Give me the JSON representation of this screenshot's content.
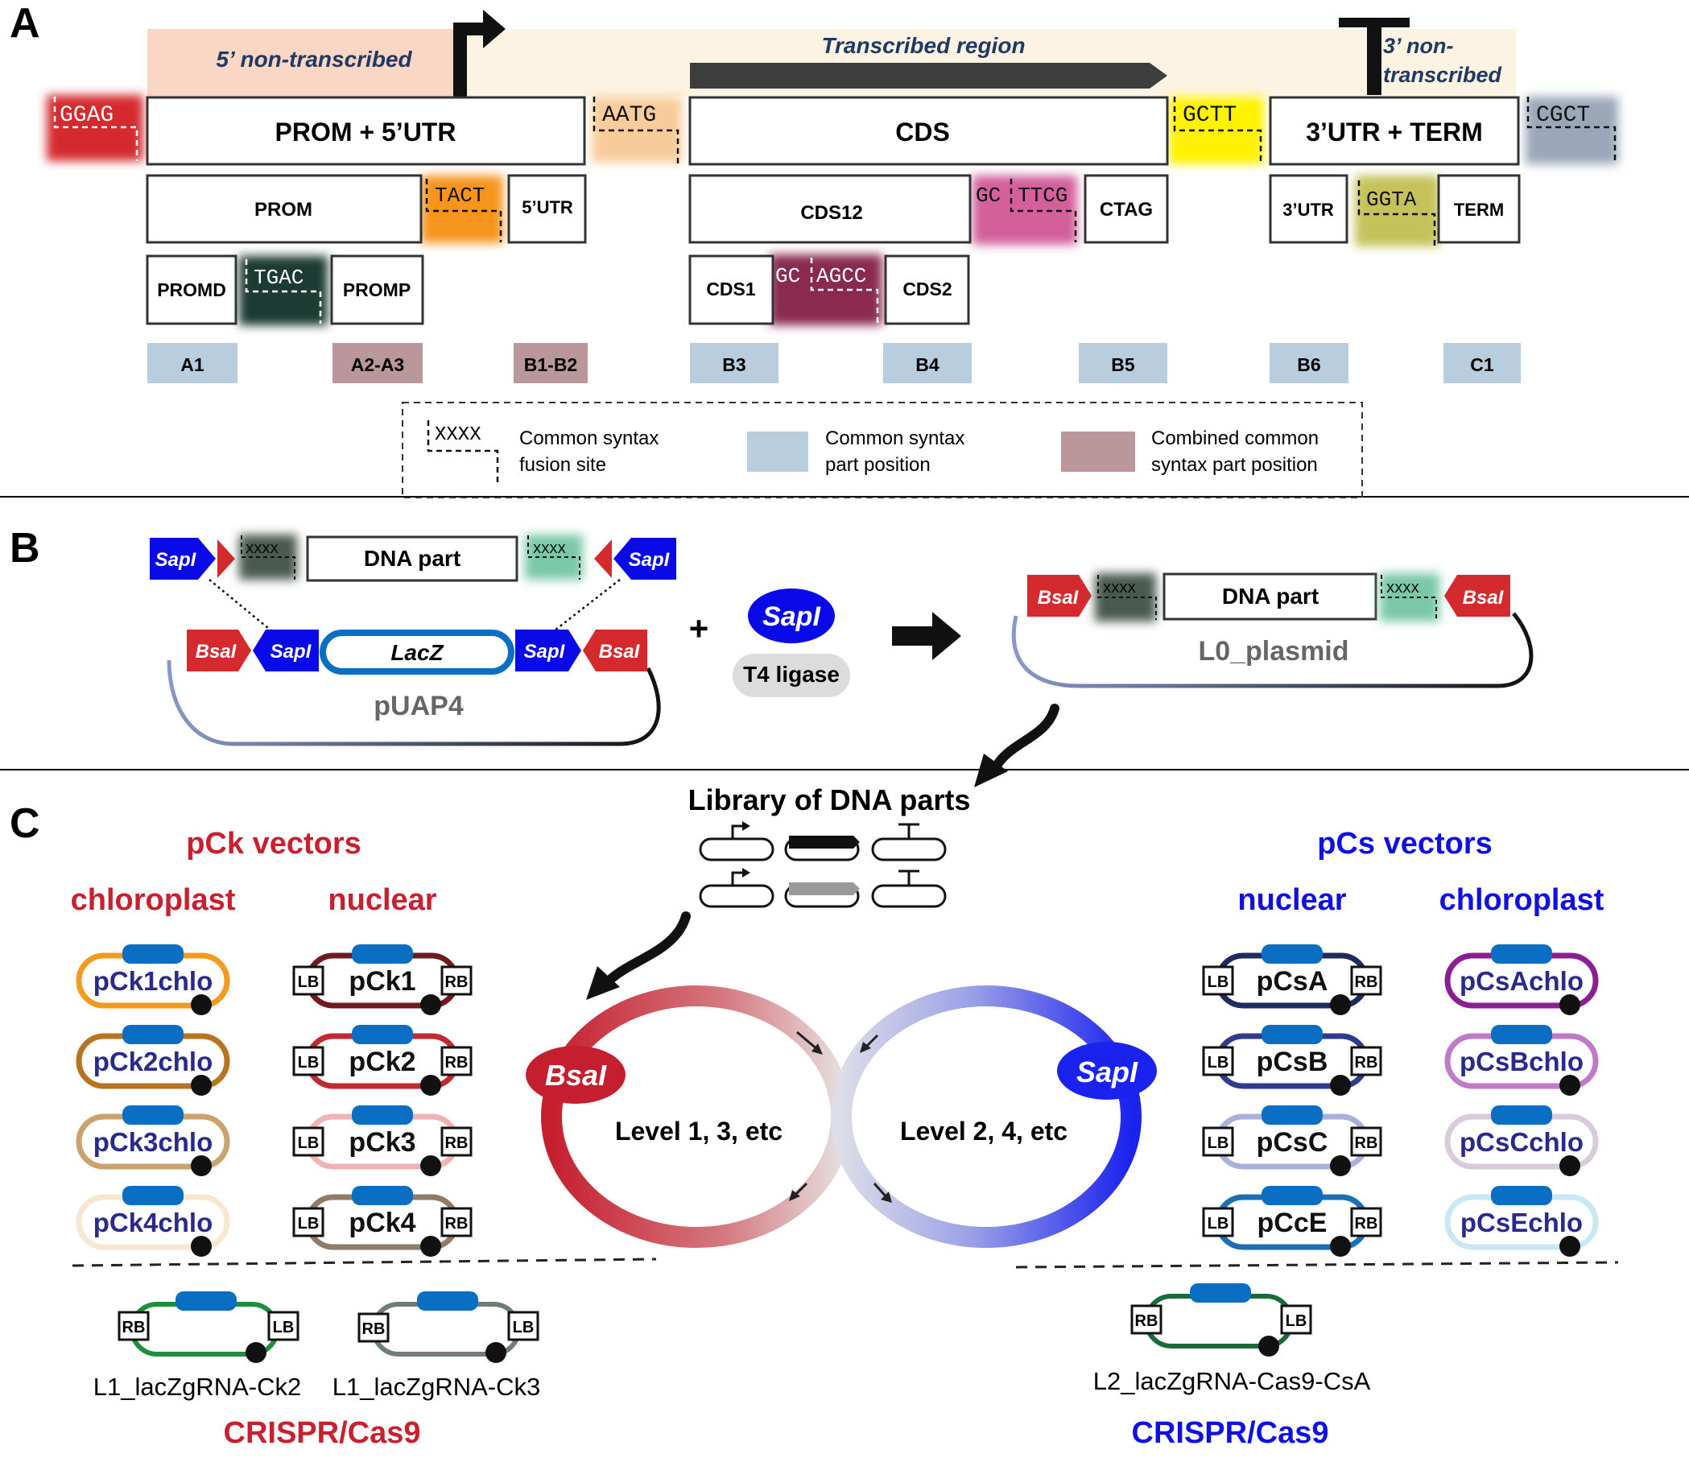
{
  "panel_labels": {
    "a": "A",
    "b": "B",
    "c": "C"
  },
  "panel_a": {
    "region_5": "5’ non-transcribed",
    "region_tx": "Transcribed region",
    "region_3_line1": "3’ non-",
    "region_3_line2": "transcribed",
    "main_parts": {
      "prom5utr": "PROM + 5’UTR",
      "cds": "CDS",
      "utr3term": "3’UTR + TERM"
    },
    "sub_parts": {
      "prom": "PROM",
      "utr5": "5’UTR",
      "cds12": "CDS12",
      "ctag": "CTAG",
      "utr3": "3’UTR",
      "term": "TERM",
      "promd": "PROMD",
      "promp": "PROMP",
      "cds1": "CDS1",
      "cds2": "CDS2"
    },
    "sites": {
      "ggag": "GGAG",
      "aatg": "AATG",
      "gctt": "GCTT",
      "cgct": "CGCT",
      "tact": "TACT",
      "ggta": "GGTA",
      "tgac": "TGAC",
      "gc1": "GC",
      "ttcg": "TTCG",
      "gc2": "GC",
      "agcc": "AGCC"
    },
    "site_colors": {
      "ggag": "#d42a2e",
      "aatg": "#f8cc9a",
      "gctt": "#fff200",
      "cgct": "#9aa7b8",
      "tact": "#f7941d",
      "ggta": "#c5c25a",
      "tgac": "#1b3a33",
      "ttcg": "#d35f9b",
      "agcc": "#8a2a50"
    },
    "positions": {
      "a1": "A1",
      "a2a3": "A2-A3",
      "b1b2": "B1-B2",
      "b3": "B3",
      "b4": "B4",
      "b5": "B5",
      "b6": "B6",
      "c1": "C1"
    },
    "legend": {
      "xxxx": "XXXX",
      "fusion1": "Common syntax",
      "fusion2": "fusion site",
      "common1": "Common syntax",
      "common2": "part position",
      "combined1": "Combined common",
      "combined2": "syntax part position"
    },
    "colors": {
      "common_position": "#b8cedf",
      "combined_position": "#b9979b",
      "region_5": "#fad6c5",
      "region_other": "#fdf3e3",
      "region_text": "#1f3864"
    }
  },
  "panel_b": {
    "sapi": "SapI",
    "bsai": "BsaI",
    "dna_part": "DNA part",
    "xxxx": "XXXX",
    "lacz": "LacZ",
    "puap4": "pUAP4",
    "plus": "+",
    "t4": "T4 ligase",
    "l0": "L0_plasmid",
    "colors": {
      "sapi": "#0a0ae8",
      "bsai": "#d42a2e"
    }
  },
  "panel_c": {
    "library": "Library of DNA parts",
    "pck_title": "pCk vectors",
    "pck_chloro": "chloroplast",
    "pck_nuclear": "nuclear",
    "pcs_title": "pCs vectors",
    "pcs_nuclear": "nuclear",
    "pcs_chloro": "chloroplast",
    "pck_chloro_list": [
      "pCk1chlo",
      "pCk2chlo",
      "pCk3chlo",
      "pCk4chlo"
    ],
    "pck_nuclear_list": [
      "pCk1",
      "pCk2",
      "pCk3",
      "pCk4"
    ],
    "pcs_nuclear_list": [
      "pCsA",
      "pCsB",
      "pCsC",
      "pCcE"
    ],
    "pcs_chloro_list": [
      "pCsAchlo",
      "pCsBchlo",
      "pCsCchlo",
      "pCsEchlo"
    ],
    "lb": "LB",
    "rb": "RB",
    "bsai": "BsaI",
    "sapi": "SapI",
    "level_odd": "Level 1, 3, etc",
    "level_even": "Level 2, 4, etc",
    "crispr_l1": "L1_lacZgRNA-Ck2",
    "crispr_l2": "L1_lacZgRNA-Ck3",
    "crispr_r": "L2_lacZgRNA-Cas9-CsA",
    "crispr_label": "CRISPR/Cas9",
    "colors": {
      "pck": "#c8202e",
      "pcs": "#1010e0",
      "vector_text": "#2a2a8a",
      "insert": "#0a6fc2"
    }
  }
}
